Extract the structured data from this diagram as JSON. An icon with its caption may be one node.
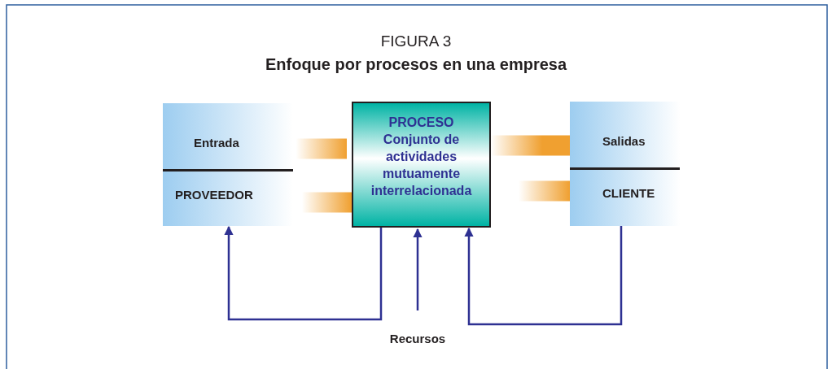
{
  "diagram": {
    "title": "FIGURA 3",
    "caption": "Enfoque por procesos en una empresa",
    "nodes": [
      {
        "text": [
          "Entrada",
          "PROVEEDOR"
        ]
      },
      {
        "text": [
          "PROCESO Conjunto de actividades mutuamente interrelacionada"
        ]
      },
      {
        "text": [
          "Salidas",
          "CLIENTE"
        ]
      },
      {
        "text": [
          "Recursos"
        ]
      }
    ],
    "edges": [
      {
        "from": 0,
        "to": 1,
        "arrow": "none",
        "style": "thick",
        "color": "#f0a030"
      },
      {
        "from": 0,
        "to": 1,
        "arrow": "none",
        "style": "thick",
        "color": "#f0a030"
      },
      {
        "from": 1,
        "to": 2,
        "arrow": "none",
        "style": "thick",
        "color": "#f0a030"
      },
      {
        "from": 1,
        "to": 2,
        "arrow": "none",
        "style": "thick",
        "color": "#f0a030"
      },
      {
        "from": 1,
        "to": 0,
        "arrow": "to"
      },
      {
        "from": 3,
        "to": 1,
        "arrow": "to"
      },
      {
        "from": 2,
        "to": 1,
        "arrow": "to"
      }
    ]
  }
}
